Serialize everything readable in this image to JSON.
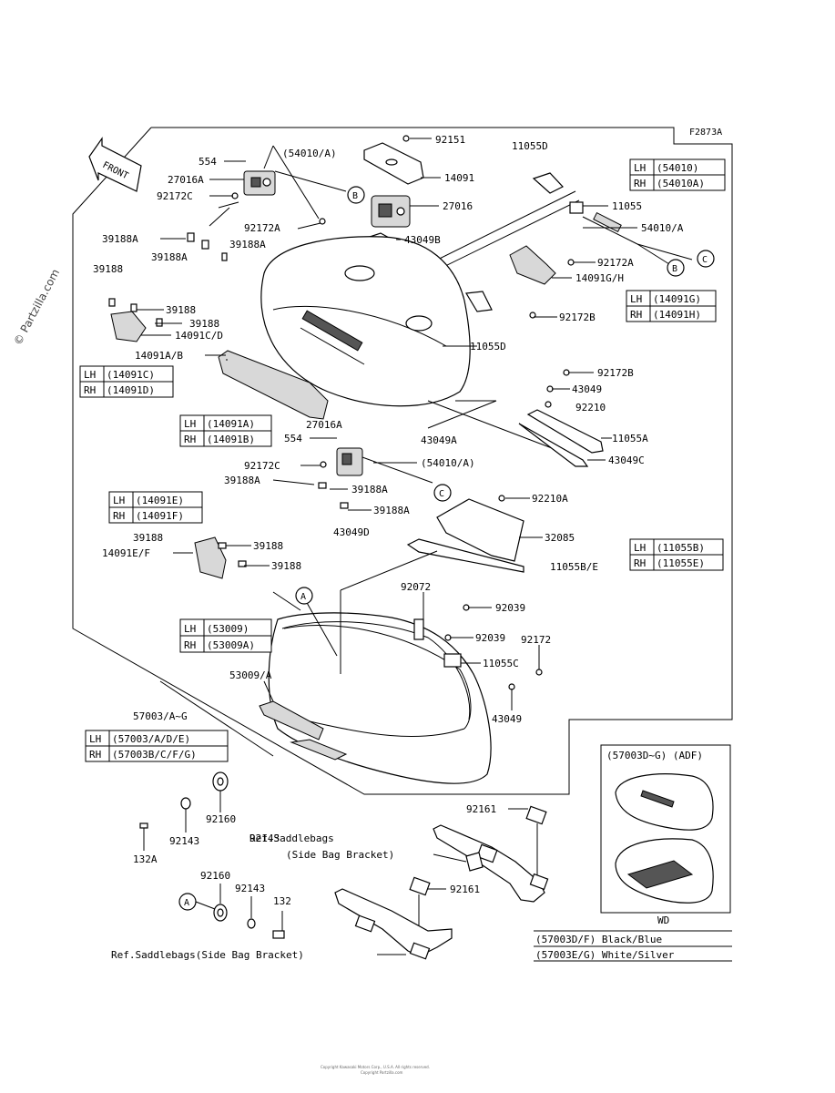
{
  "diagram": {
    "code": "F2873A",
    "watermark": "© Partzilla.com",
    "front_label": "FRONT",
    "footer_1": "Copyright Kawasaki Motors Corp., U.S.A. All rights reserved.",
    "footer_2": "Copyright Partzilla.com",
    "labels": {
      "p554": "554",
      "p54010A_top": "(54010/A)",
      "p92151": "92151",
      "p11055D_top": "11055D",
      "p27016A_top": "27016A",
      "p14091": "14091",
      "p92172C_top": "92172C",
      "p27016": "27016",
      "p11055": "11055",
      "p92172A_1": "92172A",
      "p39188A_1": "39188A",
      "p39188A_2": "39188A",
      "p43049B": "43049B",
      "p54010A_r": "54010/A",
      "p39188A_3": "39188A",
      "p92172A_2": "92172A",
      "p39188_1": "39188",
      "p14091GH": "14091G/H",
      "p39188_2": "39188",
      "p39188_3": "39188",
      "p14091CD": "14091C/D",
      "p92172B_1": "92172B",
      "p14091AB": "14091A/B",
      "p11055D_mid": "11055D",
      "p92172B_2": "92172B",
      "p43049_1": "43049",
      "p92210": "92210",
      "p27016A_mid": "27016A",
      "p554_mid": "554",
      "p43049A": "43049A",
      "p11055A": "11055A",
      "p92172C_mid": "92172C",
      "p54010A_mid": "(54010/A)",
      "p43049C": "43049C",
      "p39188A_4": "39188A",
      "p39188A_5": "39188A",
      "p92210A": "92210A",
      "p39188A_6": "39188A",
      "p43049D": "43049D",
      "p39188_4": "39188",
      "p32085": "32085",
      "p39188_5": "39188",
      "p14091EF": "14091E/F",
      "p11055BE": "11055B/E",
      "p39188_6": "39188",
      "p92072": "92072",
      "p92039_1": "92039",
      "p92039_2": "92039",
      "p92172": "92172",
      "p11055C": "11055C",
      "p53009A": "53009/A",
      "p43049_2": "43049",
      "p57003AG": "57003/A~G",
      "p92160_1": "92160",
      "p92161_1": "92161",
      "p92143_1": "92143",
      "ref_saddle_1": "Ref.Saddlebags",
      "ref_bracket_1": "(Side Bag Bracket)",
      "p132A": "132A",
      "p92160_2": "92160",
      "p92143_2": "92143",
      "p132": "132",
      "p92161_2": "92161",
      "ref_saddle_2": "Ref.Saddlebags(Side Bag Bracket)",
      "callout_A": "A",
      "callout_B": "B",
      "callout_C": "C"
    },
    "tables": {
      "t54010": [
        [
          "LH",
          "(54010)"
        ],
        [
          "RH",
          "(54010A)"
        ]
      ],
      "t14091G": [
        [
          "LH",
          "(14091G)"
        ],
        [
          "RH",
          "(14091H)"
        ]
      ],
      "t14091C": [
        [
          "LH",
          "(14091C)"
        ],
        [
          "RH",
          "(14091D)"
        ]
      ],
      "t14091A": [
        [
          "LH",
          "(14091A)"
        ],
        [
          "RH",
          "(14091B)"
        ]
      ],
      "t14091E": [
        [
          "LH",
          "(14091E)"
        ],
        [
          "RH",
          "(14091F)"
        ]
      ],
      "t11055B": [
        [
          "LH",
          "(11055B)"
        ],
        [
          "RH",
          "(11055E)"
        ]
      ],
      "t53009": [
        [
          "LH",
          "(53009)"
        ],
        [
          "RH",
          "(53009A)"
        ]
      ],
      "t57003": [
        [
          "LH",
          "(57003/A/D/E)"
        ],
        [
          "RH",
          "(57003B/C/F/G)"
        ]
      ]
    },
    "inset": {
      "title": "(57003D~G) (ADF)",
      "caption": "WD",
      "legend_1": "(57003D/F) Black/Blue",
      "legend_2": "(57003E/G) White/Silver"
    }
  }
}
